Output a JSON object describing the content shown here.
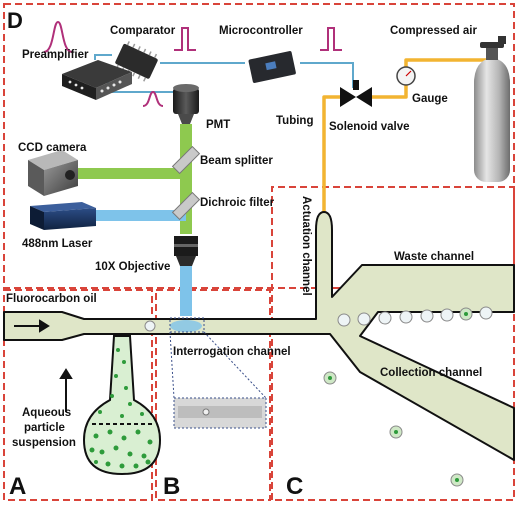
{
  "panels": {
    "top": "D",
    "left": "A",
    "middle": "B",
    "right": "C"
  },
  "labels": {
    "comparator": "Comparator",
    "microcontroller": "Microcontroller",
    "compressed_air": "Compressed air",
    "preamplifier": "Preamplifier",
    "pmt": "PMT",
    "gauge": "Gauge",
    "tubing": "Tubing",
    "solenoid_valve": "Solenoid valve",
    "ccd_camera": "CCD camera",
    "beam_splitter": "Beam splitter",
    "dichroic_filter": "Dichroic filter",
    "laser": "488nm Laser",
    "objective": "10X Objective",
    "actuation_channel": "Actuation channel",
    "waste_channel": "Waste channel",
    "fluorocarbon_oil": "Fluorocarbon oil",
    "interrogation_channel": "Interrogation channel",
    "collection_channel": "Collection channel",
    "aqueous_line1": "Aqueous",
    "aqueous_line2": "particle",
    "aqueous_line3": "suspension"
  },
  "colors": {
    "dashed_border": "#d9443a",
    "signal_pulse": "#b0307a",
    "wire": "#5fa8cc",
    "tubing": "#f2b431",
    "channel_fill": "#dfe6c8",
    "green_beam": "#8ec94f",
    "blue_beam": "#7ec3ea",
    "droplet_fill": "#d9efd2",
    "particle": "#2e9b3b"
  }
}
